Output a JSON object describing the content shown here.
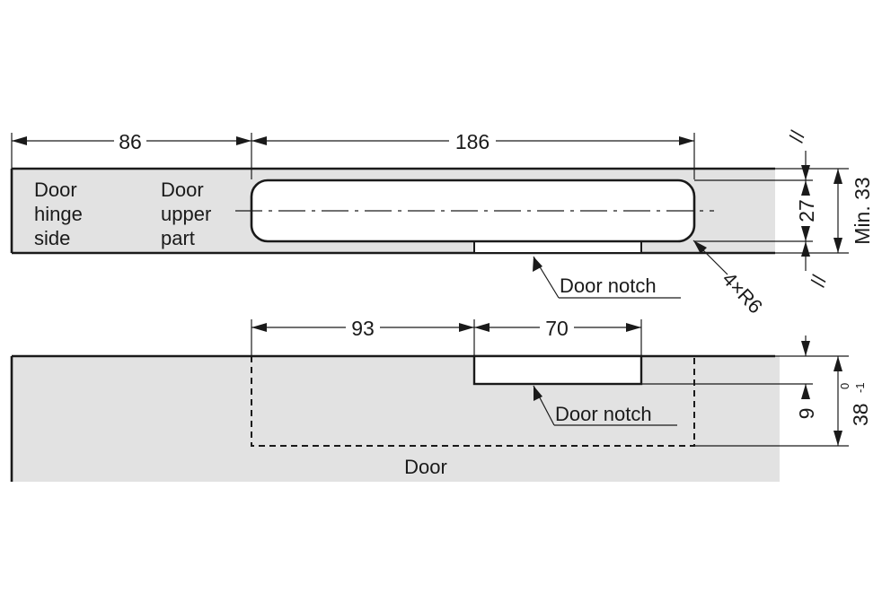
{
  "top_view": {
    "labels": {
      "hinge_side": [
        "Door",
        "hinge",
        "side"
      ],
      "upper_part": [
        "Door",
        "upper",
        "part"
      ],
      "door_notch": "Door notch"
    },
    "dimensions": {
      "hinge_offset": "86",
      "cutout_length": "186",
      "cutout_width": "27",
      "min_depth": "Min. 33",
      "radius": "4×R6",
      "parallel_top": "//",
      "parallel_bottom": "//"
    }
  },
  "side_view": {
    "labels": {
      "door_notch": "Door notch",
      "door": "Door"
    },
    "dimensions": {
      "notch_offset": "93",
      "notch_length": "70",
      "notch_depth": "9",
      "depth_value": "38",
      "depth_tol_upper": "0",
      "depth_tol_lower": "-1"
    }
  }
}
